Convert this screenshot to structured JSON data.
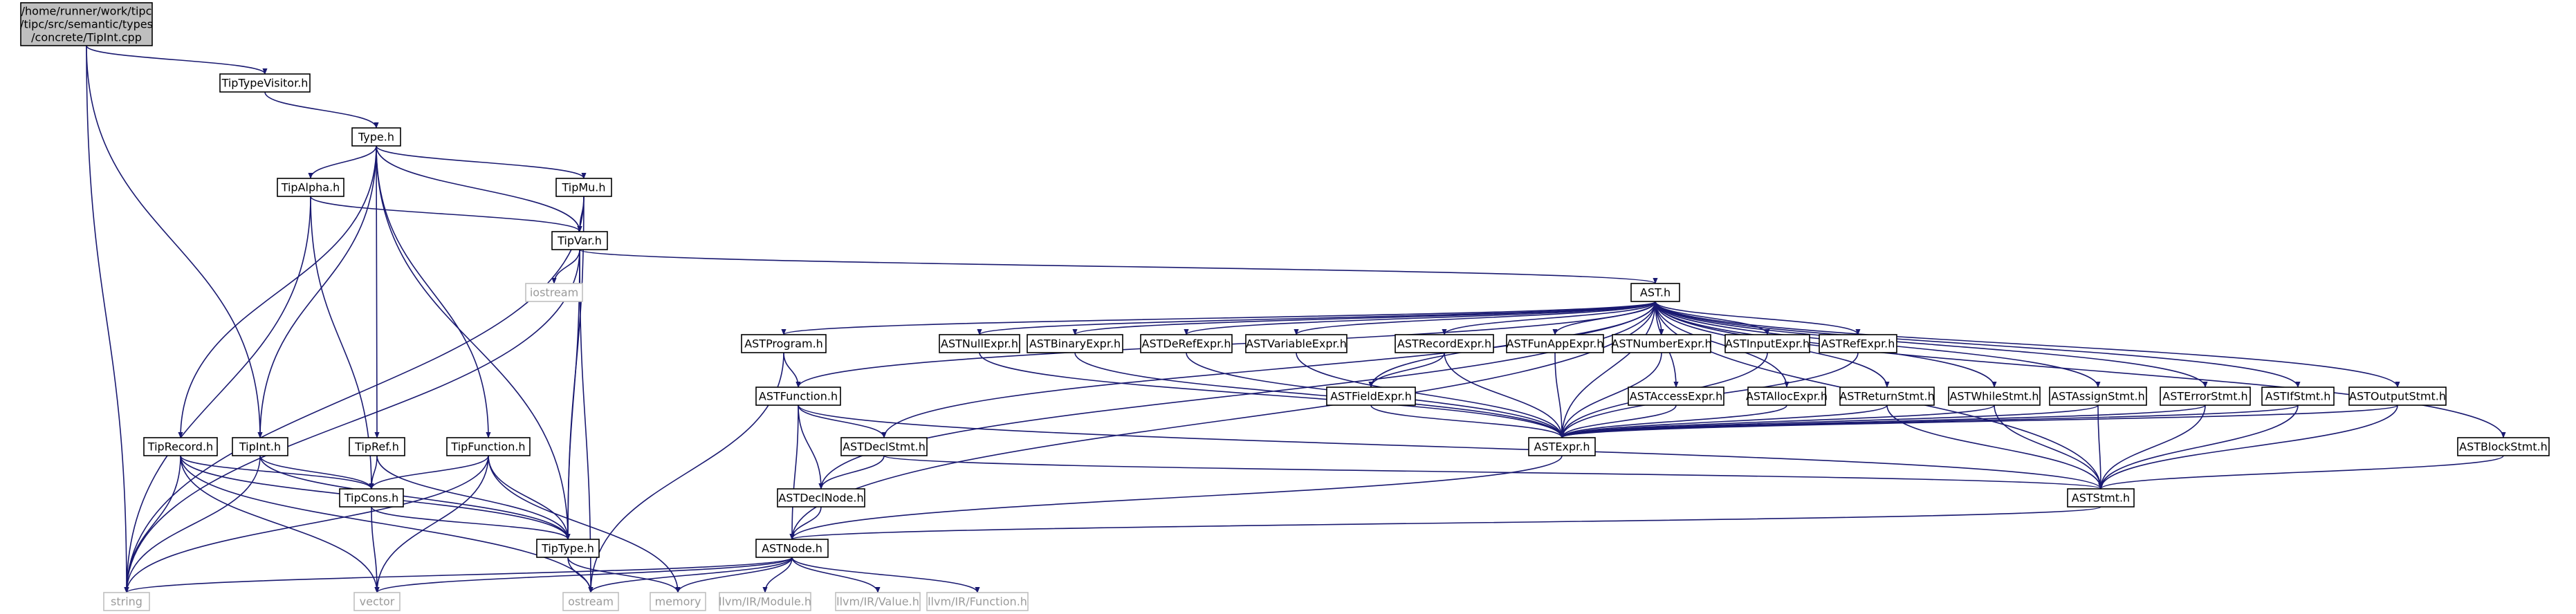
{
  "diagram": {
    "type": "include-dependency-graph",
    "colors": {
      "edge": "#191970",
      "node_border": "#000000",
      "root_fill": "#bfbfbf",
      "external_border": "#bfbfbf",
      "external_text": "#9a9a9a"
    },
    "nodes": [
      {
        "id": "root",
        "lines": [
          "/home/runner/work/tipc",
          "/tipc/src/semantic/types",
          "/concrete/TipInt.cpp"
        ],
        "kind": "root"
      },
      {
        "id": "TipTypeVisitor.h",
        "lines": [
          "TipTypeVisitor.h"
        ],
        "kind": "file"
      },
      {
        "id": "Type.h",
        "lines": [
          "Type.h"
        ],
        "kind": "file"
      },
      {
        "id": "TipAlpha.h",
        "lines": [
          "TipAlpha.h"
        ],
        "kind": "file"
      },
      {
        "id": "TipMu.h",
        "lines": [
          "TipMu.h"
        ],
        "kind": "file"
      },
      {
        "id": "TipVar.h",
        "lines": [
          "TipVar.h"
        ],
        "kind": "file"
      },
      {
        "id": "iostream",
        "lines": [
          "iostream"
        ],
        "kind": "external"
      },
      {
        "id": "AST.h",
        "lines": [
          "AST.h"
        ],
        "kind": "file"
      },
      {
        "id": "ASTProgram.h",
        "lines": [
          "ASTProgram.h"
        ],
        "kind": "file"
      },
      {
        "id": "ASTNullExpr.h",
        "lines": [
          "ASTNullExpr.h"
        ],
        "kind": "file"
      },
      {
        "id": "ASTBinaryExpr.h",
        "lines": [
          "ASTBinaryExpr.h"
        ],
        "kind": "file"
      },
      {
        "id": "ASTDeRefExpr.h",
        "lines": [
          "ASTDeRefExpr.h"
        ],
        "kind": "file"
      },
      {
        "id": "ASTVariableExpr.h",
        "lines": [
          "ASTVariableExpr.h"
        ],
        "kind": "file"
      },
      {
        "id": "ASTRecordExpr.h",
        "lines": [
          "ASTRecordExpr.h"
        ],
        "kind": "file"
      },
      {
        "id": "ASTFunAppExpr.h",
        "lines": [
          "ASTFunAppExpr.h"
        ],
        "kind": "file"
      },
      {
        "id": "ASTNumberExpr.h",
        "lines": [
          "ASTNumberExpr.h"
        ],
        "kind": "file"
      },
      {
        "id": "ASTInputExpr.h",
        "lines": [
          "ASTInputExpr.h"
        ],
        "kind": "file"
      },
      {
        "id": "ASTRefExpr.h",
        "lines": [
          "ASTRefExpr.h"
        ],
        "kind": "file"
      },
      {
        "id": "ASTFunction.h",
        "lines": [
          "ASTFunction.h"
        ],
        "kind": "file"
      },
      {
        "id": "ASTFieldExpr.h",
        "lines": [
          "ASTFieldExpr.h"
        ],
        "kind": "file"
      },
      {
        "id": "ASTAccessExpr.h",
        "lines": [
          "ASTAccessExpr.h"
        ],
        "kind": "file"
      },
      {
        "id": "ASTAllocExpr.h",
        "lines": [
          "ASTAllocExpr.h"
        ],
        "kind": "file"
      },
      {
        "id": "ASTReturnStmt.h",
        "lines": [
          "ASTReturnStmt.h"
        ],
        "kind": "file"
      },
      {
        "id": "ASTWhileStmt.h",
        "lines": [
          "ASTWhileStmt.h"
        ],
        "kind": "file"
      },
      {
        "id": "ASTAssignStmt.h",
        "lines": [
          "ASTAssignStmt.h"
        ],
        "kind": "file"
      },
      {
        "id": "ASTErrorStmt.h",
        "lines": [
          "ASTErrorStmt.h"
        ],
        "kind": "file"
      },
      {
        "id": "ASTIfStmt.h",
        "lines": [
          "ASTIfStmt.h"
        ],
        "kind": "file"
      },
      {
        "id": "ASTOutputStmt.h",
        "lines": [
          "ASTOutputStmt.h"
        ],
        "kind": "file"
      },
      {
        "id": "ASTDeclStmt.h",
        "lines": [
          "ASTDeclStmt.h"
        ],
        "kind": "file"
      },
      {
        "id": "ASTExpr.h",
        "lines": [
          "ASTExpr.h"
        ],
        "kind": "file"
      },
      {
        "id": "ASTBlockStmt.h",
        "lines": [
          "ASTBlockStmt.h"
        ],
        "kind": "file"
      },
      {
        "id": "ASTDeclNode.h",
        "lines": [
          "ASTDeclNode.h"
        ],
        "kind": "file"
      },
      {
        "id": "ASTStmt.h",
        "lines": [
          "ASTStmt.h"
        ],
        "kind": "file"
      },
      {
        "id": "ASTNode.h",
        "lines": [
          "ASTNode.h"
        ],
        "kind": "file"
      },
      {
        "id": "TipRecord.h",
        "lines": [
          "TipRecord.h"
        ],
        "kind": "file"
      },
      {
        "id": "TipInt.h",
        "lines": [
          "TipInt.h"
        ],
        "kind": "file"
      },
      {
        "id": "TipRef.h",
        "lines": [
          "TipRef.h"
        ],
        "kind": "file"
      },
      {
        "id": "TipFunction.h",
        "lines": [
          "TipFunction.h"
        ],
        "kind": "file"
      },
      {
        "id": "TipCons.h",
        "lines": [
          "TipCons.h"
        ],
        "kind": "file"
      },
      {
        "id": "TipType.h",
        "lines": [
          "TipType.h"
        ],
        "kind": "file"
      },
      {
        "id": "string",
        "lines": [
          "string"
        ],
        "kind": "external"
      },
      {
        "id": "vector",
        "lines": [
          "vector"
        ],
        "kind": "external"
      },
      {
        "id": "ostream",
        "lines": [
          "ostream"
        ],
        "kind": "external"
      },
      {
        "id": "memory",
        "lines": [
          "memory"
        ],
        "kind": "external"
      },
      {
        "id": "llvm/IR/Module.h",
        "lines": [
          "llvm/IR/Module.h"
        ],
        "kind": "external"
      },
      {
        "id": "llvm/IR/Value.h",
        "lines": [
          "llvm/IR/Value.h"
        ],
        "kind": "external"
      },
      {
        "id": "llvm/IR/Function.h",
        "lines": [
          "llvm/IR/Function.h"
        ],
        "kind": "external"
      }
    ],
    "edges": [
      [
        "root",
        "TipTypeVisitor.h"
      ],
      [
        "root",
        "string"
      ],
      [
        "root",
        "TipInt.h"
      ],
      [
        "TipTypeVisitor.h",
        "Type.h"
      ],
      [
        "Type.h",
        "TipAlpha.h"
      ],
      [
        "Type.h",
        "TipMu.h"
      ],
      [
        "Type.h",
        "TipVar.h"
      ],
      [
        "Type.h",
        "TipRecord.h"
      ],
      [
        "Type.h",
        "TipInt.h"
      ],
      [
        "Type.h",
        "TipRef.h"
      ],
      [
        "Type.h",
        "TipFunction.h"
      ],
      [
        "Type.h",
        "TipType.h"
      ],
      [
        "TipAlpha.h",
        "TipVar.h"
      ],
      [
        "TipAlpha.h",
        "string"
      ],
      [
        "TipAlpha.h",
        "TipCons.h"
      ],
      [
        "TipMu.h",
        "TipVar.h"
      ],
      [
        "TipMu.h",
        "string"
      ],
      [
        "TipMu.h",
        "TipType.h"
      ],
      [
        "TipVar.h",
        "iostream"
      ],
      [
        "TipVar.h",
        "AST.h"
      ],
      [
        "TipVar.h",
        "string"
      ],
      [
        "TipVar.h",
        "TipType.h"
      ],
      [
        "TipVar.h",
        "ostream"
      ],
      [
        "AST.h",
        "ASTProgram.h"
      ],
      [
        "AST.h",
        "ASTNullExpr.h"
      ],
      [
        "AST.h",
        "ASTBinaryExpr.h"
      ],
      [
        "AST.h",
        "ASTDeRefExpr.h"
      ],
      [
        "AST.h",
        "ASTVariableExpr.h"
      ],
      [
        "AST.h",
        "ASTRecordExpr.h"
      ],
      [
        "AST.h",
        "ASTFunAppExpr.h"
      ],
      [
        "AST.h",
        "ASTNumberExpr.h"
      ],
      [
        "AST.h",
        "ASTInputExpr.h"
      ],
      [
        "AST.h",
        "ASTRefExpr.h"
      ],
      [
        "AST.h",
        "ASTFunction.h"
      ],
      [
        "AST.h",
        "ASTFieldExpr.h"
      ],
      [
        "AST.h",
        "ASTAccessExpr.h"
      ],
      [
        "AST.h",
        "ASTAllocExpr.h"
      ],
      [
        "AST.h",
        "ASTReturnStmt.h"
      ],
      [
        "AST.h",
        "ASTWhileStmt.h"
      ],
      [
        "AST.h",
        "ASTAssignStmt.h"
      ],
      [
        "AST.h",
        "ASTErrorStmt.h"
      ],
      [
        "AST.h",
        "ASTIfStmt.h"
      ],
      [
        "AST.h",
        "ASTOutputStmt.h"
      ],
      [
        "AST.h",
        "ASTDeclStmt.h"
      ],
      [
        "AST.h",
        "ASTExpr.h"
      ],
      [
        "AST.h",
        "ASTBlockStmt.h"
      ],
      [
        "AST.h",
        "ASTDeclNode.h"
      ],
      [
        "AST.h",
        "ASTStmt.h"
      ],
      [
        "AST.h",
        "ASTNode.h"
      ],
      [
        "ASTProgram.h",
        "ASTFunction.h"
      ],
      [
        "ASTProgram.h",
        "ostream"
      ],
      [
        "ASTNullExpr.h",
        "ASTExpr.h"
      ],
      [
        "ASTBinaryExpr.h",
        "ASTExpr.h"
      ],
      [
        "ASTDeRefExpr.h",
        "ASTExpr.h"
      ],
      [
        "ASTVariableExpr.h",
        "ASTExpr.h"
      ],
      [
        "ASTRecordExpr.h",
        "ASTFieldExpr.h"
      ],
      [
        "ASTRecordExpr.h",
        "ASTExpr.h"
      ],
      [
        "ASTFunAppExpr.h",
        "ASTExpr.h"
      ],
      [
        "ASTNumberExpr.h",
        "ASTExpr.h"
      ],
      [
        "ASTInputExpr.h",
        "ASTExpr.h"
      ],
      [
        "ASTRefExpr.h",
        "ASTExpr.h"
      ],
      [
        "ASTFunction.h",
        "ASTDeclStmt.h"
      ],
      [
        "ASTFunction.h",
        "ASTDeclNode.h"
      ],
      [
        "ASTFunction.h",
        "ASTStmt.h"
      ],
      [
        "ASTFunction.h",
        "ASTNode.h"
      ],
      [
        "ASTFieldExpr.h",
        "ASTExpr.h"
      ],
      [
        "ASTAccessExpr.h",
        "ASTExpr.h"
      ],
      [
        "ASTAllocExpr.h",
        "ASTExpr.h"
      ],
      [
        "ASTReturnStmt.h",
        "ASTExpr.h"
      ],
      [
        "ASTReturnStmt.h",
        "ASTStmt.h"
      ],
      [
        "ASTWhileStmt.h",
        "ASTExpr.h"
      ],
      [
        "ASTWhileStmt.h",
        "ASTStmt.h"
      ],
      [
        "ASTAssignStmt.h",
        "ASTExpr.h"
      ],
      [
        "ASTAssignStmt.h",
        "ASTStmt.h"
      ],
      [
        "ASTErrorStmt.h",
        "ASTExpr.h"
      ],
      [
        "ASTErrorStmt.h",
        "ASTStmt.h"
      ],
      [
        "ASTIfStmt.h",
        "ASTExpr.h"
      ],
      [
        "ASTIfStmt.h",
        "ASTStmt.h"
      ],
      [
        "ASTOutputStmt.h",
        "ASTExpr.h"
      ],
      [
        "ASTOutputStmt.h",
        "ASTStmt.h"
      ],
      [
        "ASTDeclStmt.h",
        "ASTDeclNode.h"
      ],
      [
        "ASTDeclStmt.h",
        "ASTStmt.h"
      ],
      [
        "ASTExpr.h",
        "ASTNode.h"
      ],
      [
        "ASTBlockStmt.h",
        "ASTStmt.h"
      ],
      [
        "ASTStmt.h",
        "ASTNode.h"
      ],
      [
        "ASTDeclNode.h",
        "ASTNode.h"
      ],
      [
        "ASTNode.h",
        "string"
      ],
      [
        "ASTNode.h",
        "vector"
      ],
      [
        "ASTNode.h",
        "ostream"
      ],
      [
        "ASTNode.h",
        "memory"
      ],
      [
        "ASTNode.h",
        "llvm/IR/Module.h"
      ],
      [
        "ASTNode.h",
        "llvm/IR/Value.h"
      ],
      [
        "ASTNode.h",
        "llvm/IR/Function.h"
      ],
      [
        "TipRecord.h",
        "string"
      ],
      [
        "TipRecord.h",
        "vector"
      ],
      [
        "TipRecord.h",
        "ostream"
      ],
      [
        "TipRecord.h",
        "TipCons.h"
      ],
      [
        "TipRecord.h",
        "TipType.h"
      ],
      [
        "TipInt.h",
        "string"
      ],
      [
        "TipInt.h",
        "TipCons.h"
      ],
      [
        "TipInt.h",
        "TipType.h"
      ],
      [
        "TipRef.h",
        "TipCons.h"
      ],
      [
        "TipRef.h",
        "TipType.h"
      ],
      [
        "TipFunction.h",
        "string"
      ],
      [
        "TipFunction.h",
        "vector"
      ],
      [
        "TipFunction.h",
        "TipCons.h"
      ],
      [
        "TipFunction.h",
        "TipType.h"
      ],
      [
        "TipFunction.h",
        "memory"
      ],
      [
        "TipCons.h",
        "vector"
      ],
      [
        "TipCons.h",
        "TipType.h"
      ],
      [
        "TipType.h",
        "ostream"
      ],
      [
        "TipType.h",
        "memory"
      ]
    ]
  }
}
